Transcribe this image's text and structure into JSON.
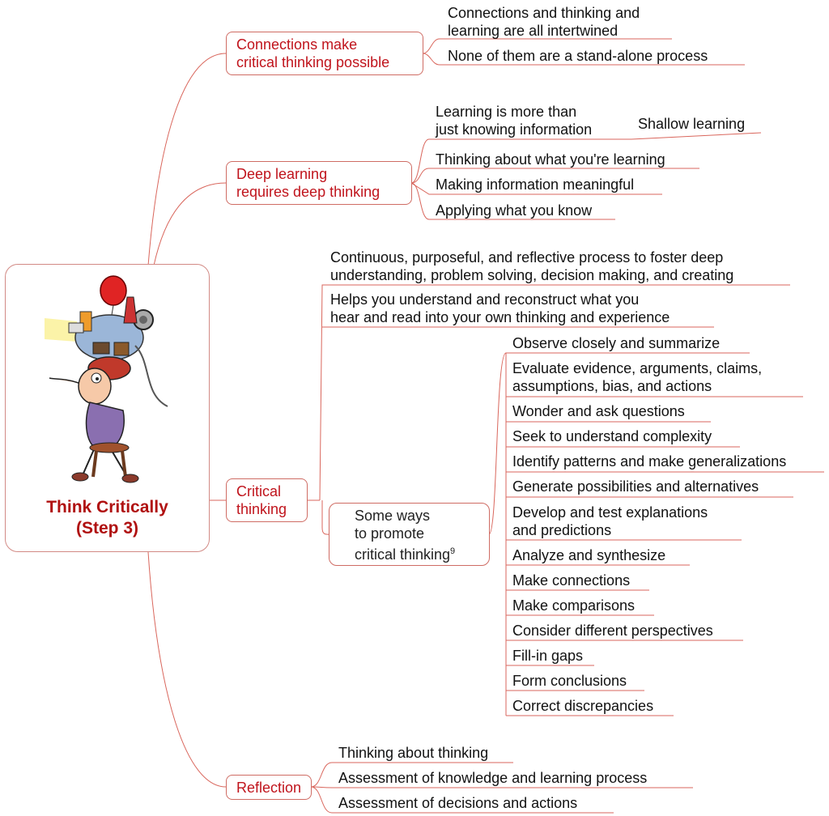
{
  "center": {
    "title_line1": "Think Critically",
    "title_line2": "(Step 3)",
    "image": "cartoon-woman-with-objects-on-head"
  },
  "branches": {
    "connections": {
      "label_line1": "Connections make",
      "label_line2": "critical thinking possible",
      "leaves": [
        {
          "line1": "Connections and thinking and",
          "line2": "learning are all intertwined"
        },
        {
          "line1": "None of them are a stand-alone process"
        }
      ]
    },
    "deep": {
      "label_line1": "Deep learning",
      "label_line2": "requires deep thinking",
      "leaves": [
        {
          "line1": "Learning is more than",
          "line2": "just knowing information",
          "child": "Shallow learning"
        },
        {
          "line1": "Thinking about what you're learning"
        },
        {
          "line1": "Making information meaningful"
        },
        {
          "line1": "Applying what you know"
        }
      ]
    },
    "critical": {
      "label_line1": "Critical",
      "label_line2": "thinking",
      "leaves": [
        {
          "line1": "Continuous, purposeful, and reflective process to foster deep",
          "line2": "understanding, problem solving, decision making, and creating"
        },
        {
          "line1": "Helps you understand and reconstruct what you",
          "line2": "hear and read into your own thinking and experience"
        }
      ],
      "ways": {
        "label_line1": "Some ways",
        "label_line2": "to promote",
        "label_line3": "critical thinking",
        "footnote": "9",
        "items": [
          {
            "line1": "Observe closely and summarize"
          },
          {
            "line1": "Evaluate evidence, arguments, claims,",
            "line2": "assumptions, bias, and actions"
          },
          {
            "line1": "Wonder and ask questions"
          },
          {
            "line1": "Seek to understand complexity"
          },
          {
            "line1": "Identify patterns and make generalizations"
          },
          {
            "line1": "Generate possibilities and alternatives"
          },
          {
            "line1": "Develop and test explanations",
            "line2": "and predictions"
          },
          {
            "line1": "Analyze and synthesize"
          },
          {
            "line1": "Make connections"
          },
          {
            "line1": "Make comparisons"
          },
          {
            "line1": "Consider different perspectives"
          },
          {
            "line1": "Fill-in gaps"
          },
          {
            "line1": "Form conclusions"
          },
          {
            "line1": "Correct discrepancies"
          }
        ]
      }
    },
    "reflection": {
      "label": "Reflection",
      "leaves": [
        {
          "line1": "Thinking about thinking"
        },
        {
          "line1": "Assessment of knowledge and learning process"
        },
        {
          "line1": "Assessment of decisions and actions"
        }
      ]
    }
  },
  "colors": {
    "line": "#d9665c",
    "branch_text": "#c0141c",
    "title": "#b01010"
  }
}
